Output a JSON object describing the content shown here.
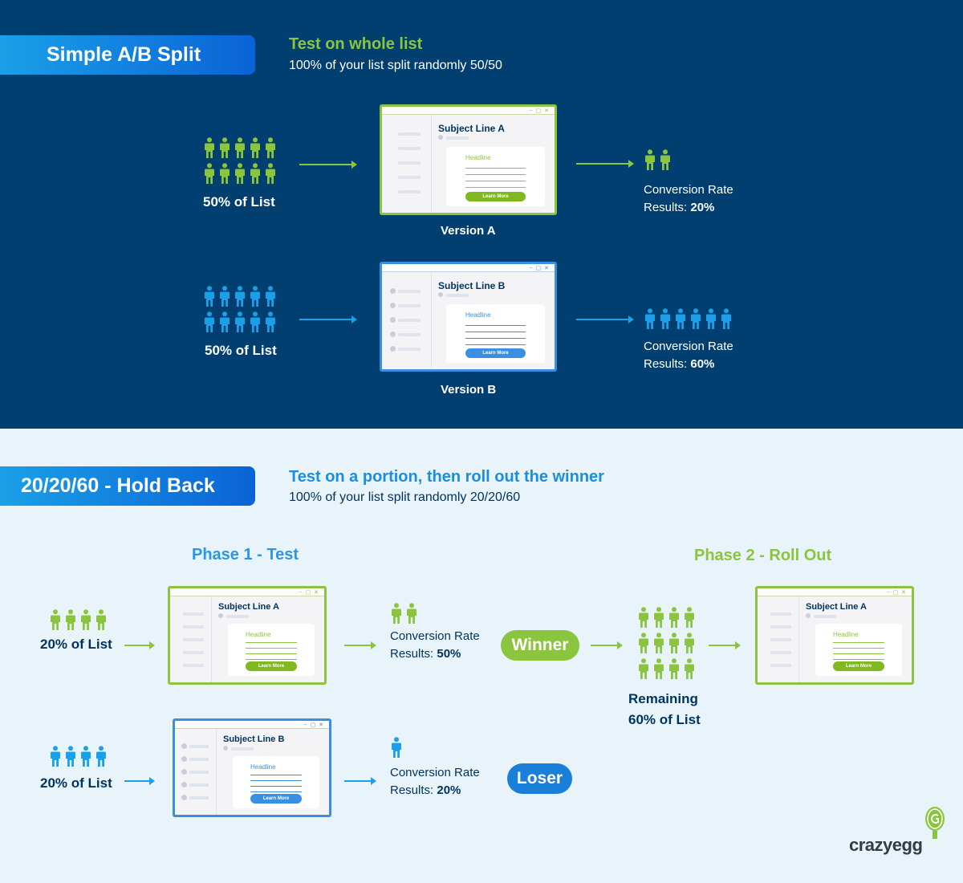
{
  "ab": {
    "title": "Simple A/B Split",
    "heading": "Test on whole list",
    "description": "100% of your list split randomly 50/50",
    "row_a": {
      "list_label": "50% of List",
      "version_label": "Version A",
      "subject": "Subject Line A",
      "headline": "Headline",
      "cta": "Learn More",
      "conv_label": "Conversion Rate",
      "results_label": "Results:",
      "results_value": "20%"
    },
    "row_b": {
      "list_label": "50% of List",
      "version_label": "Version B",
      "subject": "Subject Line B",
      "headline": "Headline",
      "cta": "Learn More",
      "conv_label": "Conversion Rate",
      "results_label": "Results:",
      "results_value": "60%"
    }
  },
  "holdback": {
    "title": "20/20/60 - Hold Back",
    "heading": "Test on a portion, then roll out the winner",
    "description": "100% of your list split randomly 20/20/60",
    "phase1": "Phase 1 - Test",
    "phase2": "Phase 2 - Roll Out",
    "row_a": {
      "list_label": "20% of List",
      "subject": "Subject Line A",
      "headline": "Headline",
      "cta": "Learn More",
      "conv_label": "Conversion Rate",
      "results_label": "Results:",
      "results_value": "50%",
      "badge": "Winner"
    },
    "row_b": {
      "list_label": "20% of List",
      "subject": "Subject Line B",
      "headline": "Headline",
      "cta": "Learn More",
      "conv_label": "Conversion Rate",
      "results_label": "Results:",
      "results_value": "20%",
      "badge": "Loser"
    },
    "rollout": {
      "label_line1": "Remaining",
      "label_line2": "60% of List",
      "subject": "Subject Line A",
      "headline": "Headline",
      "cta": "Learn More"
    }
  },
  "brand": {
    "logo": "crazyegg"
  },
  "colors": {
    "navy": "#003f70",
    "green": "#8bc53f",
    "blue": "#1aa0e8",
    "light_bg": "#e8f3fa",
    "dark_text": "#00335c"
  }
}
